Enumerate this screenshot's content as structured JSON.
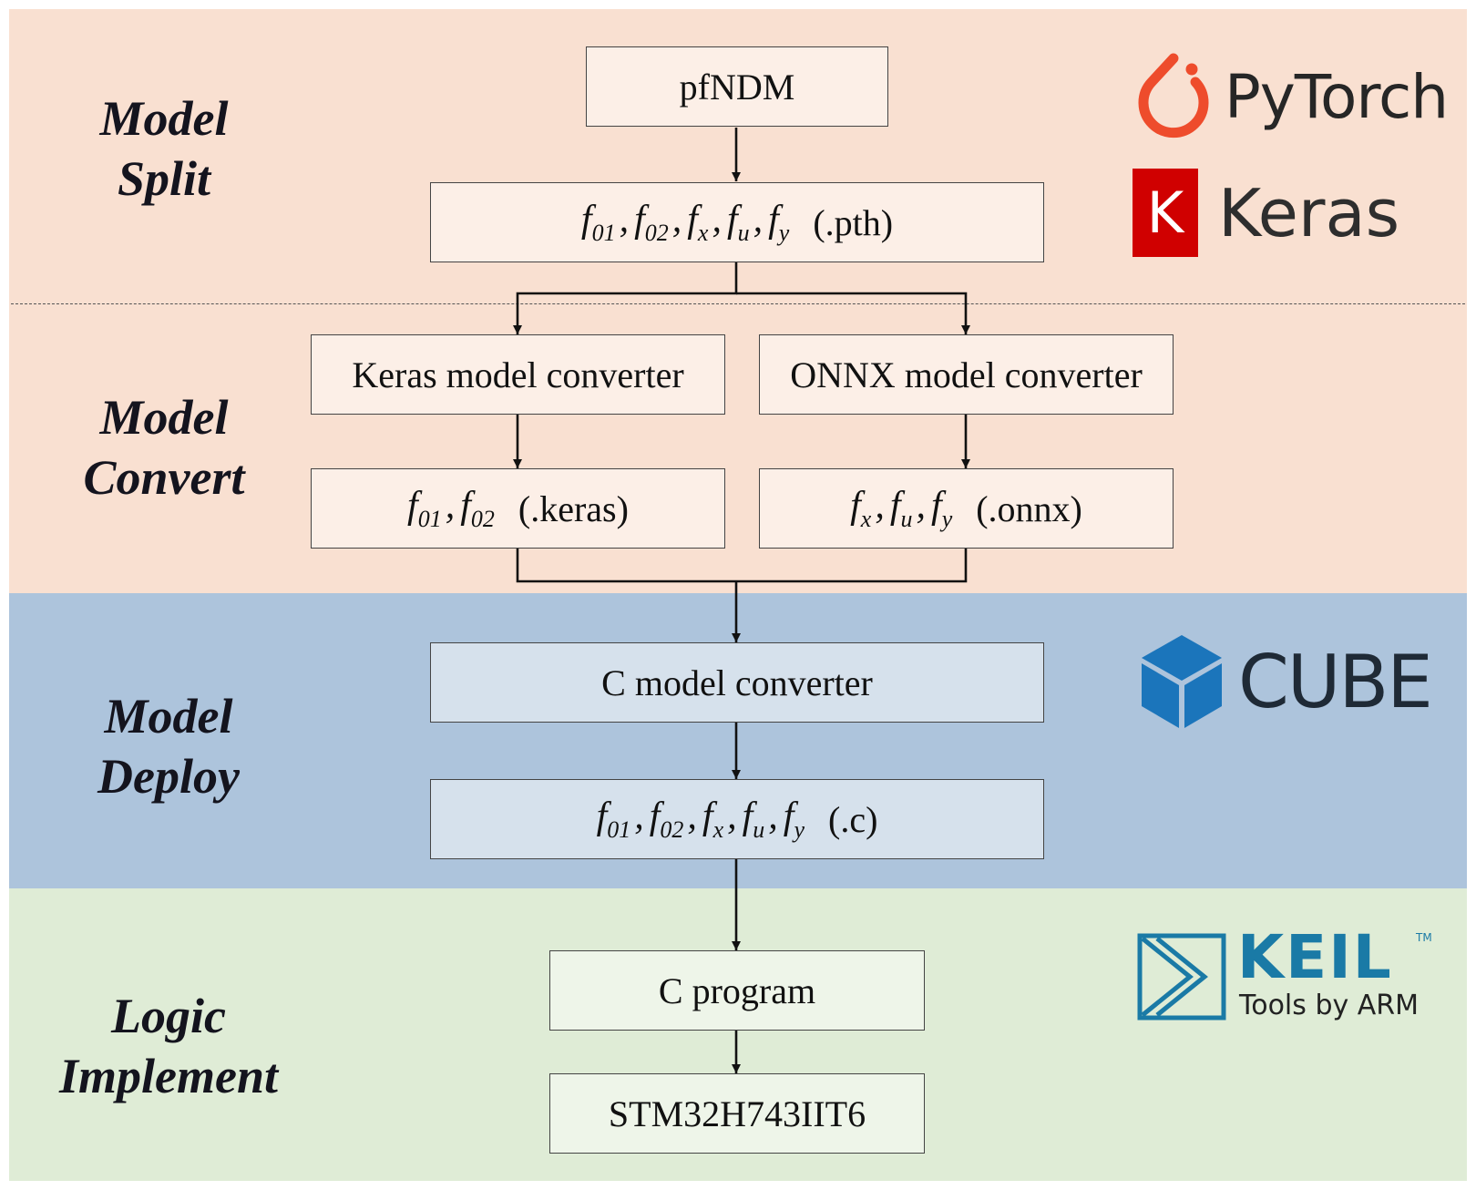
{
  "stages": [
    {
      "line1": "Model",
      "line2": "Split"
    },
    {
      "line1": "Model",
      "line2": "Convert"
    },
    {
      "line1": "Model",
      "line2": "Deploy"
    },
    {
      "line1": "Logic",
      "line2": "Implement"
    }
  ],
  "nodes": {
    "pfndm": "pfNDM",
    "pth": {
      "fns": [
        "01",
        "02",
        "x",
        "u",
        "y"
      ],
      "ext": "(.pth)"
    },
    "keras_converter": "Keras model converter",
    "onnx_converter": "ONNX model converter",
    "keras_file": {
      "fns": [
        "01",
        "02"
      ],
      "ext": "(.keras)"
    },
    "onnx_file": {
      "fns": [
        "x",
        "u",
        "y"
      ],
      "ext": "(.onnx)"
    },
    "c_converter": "C model converter",
    "c_file": {
      "fns": [
        "01",
        "02",
        "x",
        "u",
        "y"
      ],
      "ext": "(.c)"
    },
    "c_program": "C program",
    "mcu": "STM32H743IIT6"
  },
  "function_symbol": "f",
  "separator": ",",
  "logos": {
    "pytorch": "PyTorch",
    "keras": "Keras",
    "keras_mark": "K",
    "cube": "CUBE",
    "keil": "KEIL",
    "keil_tm": "TM",
    "keil_sub": "Tools by ARM"
  },
  "colors": {
    "band_split_convert": "#f9e0d1",
    "band_deploy": "#adc4dc",
    "band_implement": "#dfecd6",
    "pytorch": "#ee4c2c",
    "keras": "#d00000",
    "cube": "#1b75bb",
    "keil": "#1a7aa6"
  }
}
